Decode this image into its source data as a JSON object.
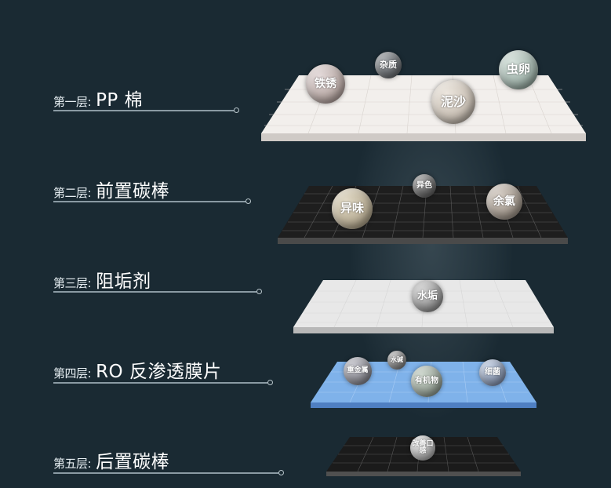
{
  "layers": [
    {
      "prefix": "第一层:",
      "name": "PP 棉",
      "color": "#f2efec",
      "bubbles": [
        {
          "label": "铁锈",
          "color": "#b9aaa6"
        },
        {
          "label": "杂质",
          "color": "#6e7276"
        },
        {
          "label": "泥沙",
          "color": "#c8bfb4"
        },
        {
          "label": "虫卵",
          "color": "#9fb1a9"
        }
      ]
    },
    {
      "prefix": "第二层:",
      "name": "前置碳棒",
      "color": "#1e1e1e",
      "bubbles": [
        {
          "label": "异色",
          "color": "#6b6b6b"
        },
        {
          "label": "异味",
          "color": "#b8ad95"
        },
        {
          "label": "余氯",
          "color": "#a59b90"
        }
      ]
    },
    {
      "prefix": "第三层:",
      "name": "阻垢剂",
      "color": "#e8e8e8",
      "bubbles": [
        {
          "label": "水垢",
          "color": "#9a9a9a"
        }
      ]
    },
    {
      "prefix": "第四层:",
      "name": "RO 反渗透膜片",
      "color": "#7fb2ea",
      "bubbles": [
        {
          "label": "重金属",
          "color": "#8e8e96"
        },
        {
          "label": "水碱",
          "color": "#8a8a8a"
        },
        {
          "label": "有机物",
          "color": "#9aa59a"
        },
        {
          "label": "细菌",
          "color": "#8d9bb4"
        }
      ]
    },
    {
      "prefix": "第五层:",
      "name": "后置碳棒",
      "color": "#1b1b1b",
      "bubbles": [
        {
          "label": "改善口感",
          "color": "#b5b5b5"
        }
      ]
    }
  ],
  "colors": {
    "background": "#1a2a33",
    "line": "#8a9aa3"
  }
}
